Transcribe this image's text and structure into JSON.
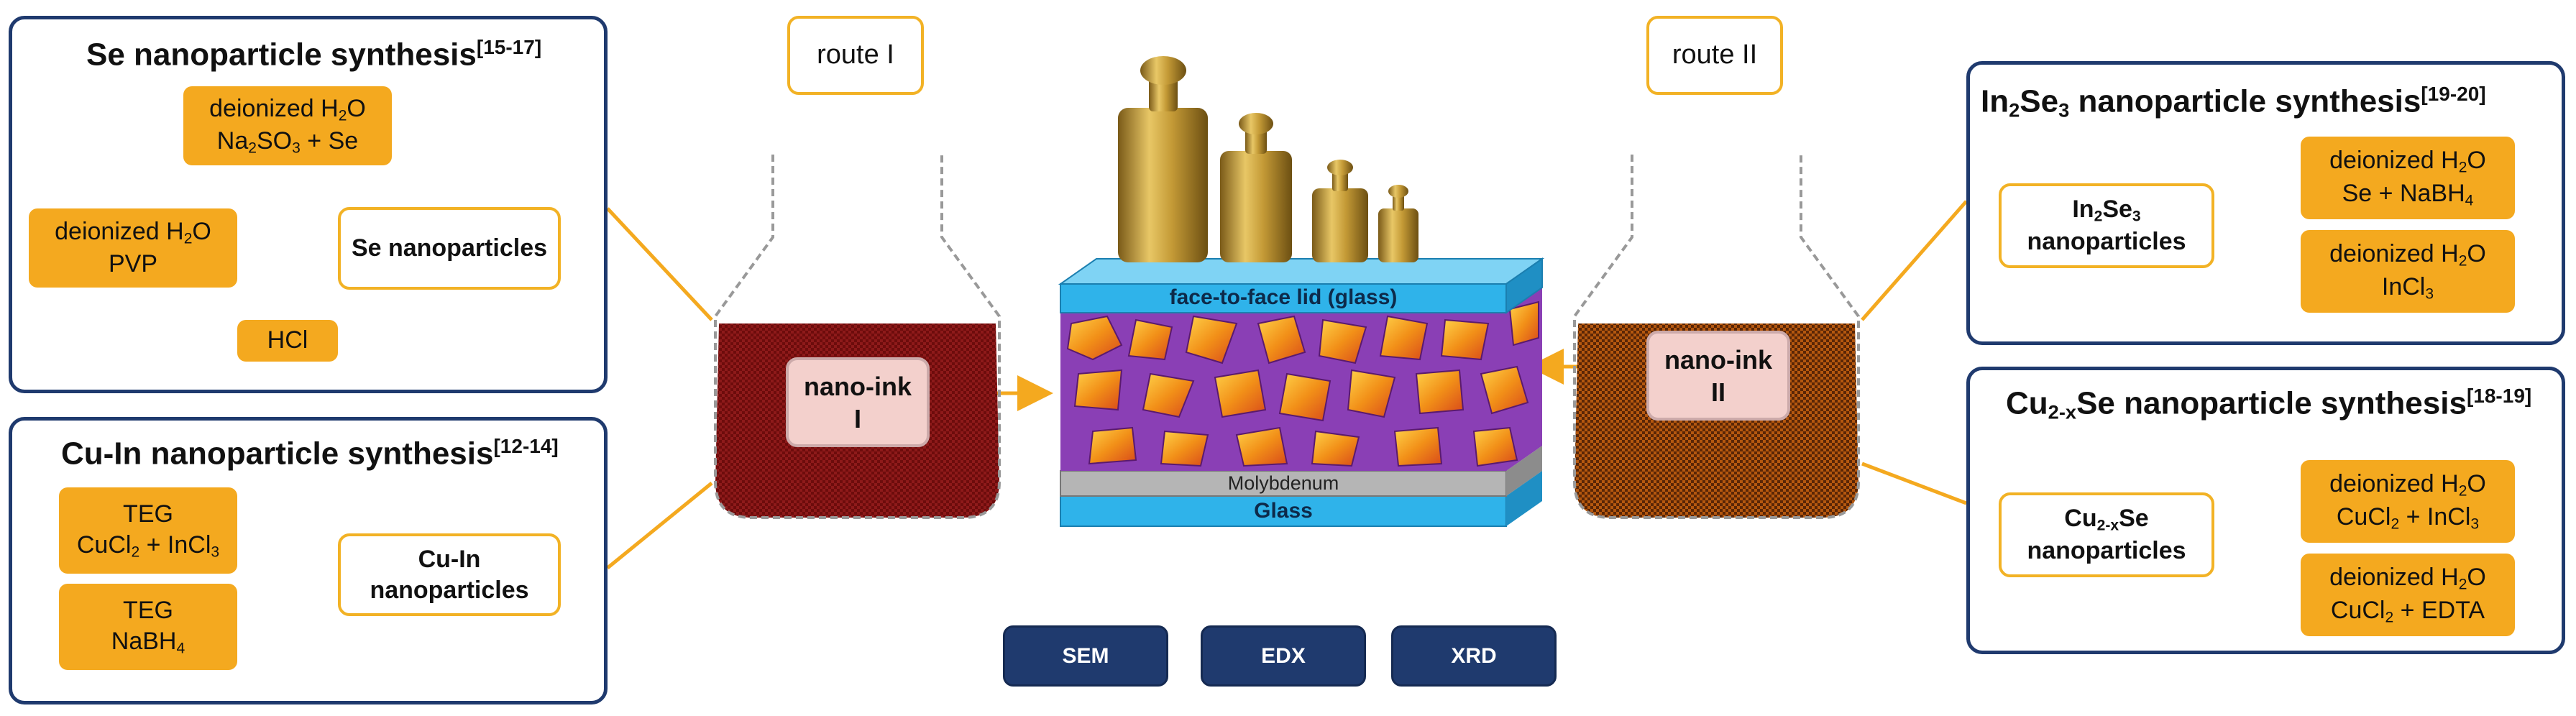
{
  "routes": {
    "route1": "route I",
    "route2": "route II"
  },
  "se_panel": {
    "title": "Se nanoparticle synthesis",
    "title_ref": "[15-17]",
    "box_water": {
      "line1": "deionized H",
      "sub": "2",
      "line1_tail": "O",
      "line2a": "Na",
      "line2_sub1": "2",
      "line2b": "SO",
      "line2_sub2": "3",
      "line2c": " + Se"
    },
    "box_pvp": {
      "line1": "deionized H",
      "sub": "2",
      "line1_tail": "O",
      "line2": "PVP"
    },
    "box_hcl": "HCl",
    "product": "Se nanoparticles"
  },
  "cuin_panel": {
    "title": "Cu-In nanoparticle synthesis",
    "title_ref": "[12-14]",
    "box1": {
      "line1": "TEG",
      "l2a": "CuCl",
      "l2s1": "2",
      "l2b": " + InCl",
      "l2s2": "3"
    },
    "box2": {
      "line1": "TEG",
      "l2a": "NaBH",
      "l2s1": "4"
    },
    "product": "Cu-In nanoparticles"
  },
  "in2se3_panel": {
    "title_a": "In",
    "title_s1": "2",
    "title_b": "Se",
    "title_s2": "3",
    "title_c": " nanoparticle synthesis",
    "title_ref": "[19-20]",
    "box1": {
      "line1": "deionized H",
      "sub": "2",
      "line1_tail": "O",
      "l2a": "Se + NaBH",
      "l2s": "4"
    },
    "box2": {
      "line1": "deionized H",
      "sub": "2",
      "line1_tail": "O",
      "l2a": "InCl",
      "l2s": "3"
    },
    "product": {
      "a": "In",
      "s1": "2",
      "b": "Se",
      "s2": "3",
      "line2": "nanoparticles"
    }
  },
  "cu2xse_panel": {
    "title_a": "Cu",
    "title_s": "2-x",
    "title_b": "Se nanoparticle synthesis",
    "title_ref": "[18-19]",
    "box1": {
      "line1": "deionized H",
      "sub": "2",
      "line1_tail": "O",
      "l2a": "CuCl",
      "l2s1": "2",
      "l2b": " + InCl",
      "l2s2": "3"
    },
    "box2": {
      "line1": "deionized H",
      "sub": "2",
      "line1_tail": "O",
      "l2a": "CuCl",
      "l2s1": "2",
      "l2b": " + EDTA"
    },
    "product": {
      "a": "Cu",
      "s": "2-x",
      "b": "Se",
      "line2": "nanoparticles"
    }
  },
  "flasks": {
    "ink1": {
      "line1": "nano-ink",
      "line2": "I"
    },
    "ink2": {
      "line1": "nano-ink",
      "line2": "II"
    }
  },
  "stack": {
    "lid": "face-to-face lid (glass)",
    "mo": "Molybdenum",
    "glass": "Glass"
  },
  "buttons": {
    "sem": "SEM",
    "edx": "EDX",
    "xrd": "XRD"
  },
  "colors": {
    "orange": "#f4a91f",
    "navy": "#1f3a6e",
    "ink1": "#7a1010",
    "ink2": "#8a3d0a",
    "glass": "#2fb3ea"
  }
}
